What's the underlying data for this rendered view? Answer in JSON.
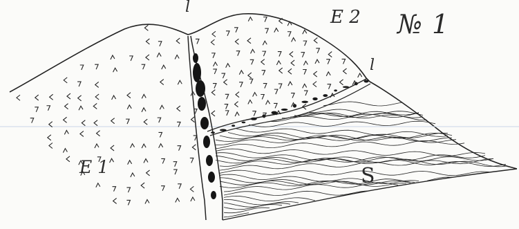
{
  "labels": {
    "figure_number": "№ 1",
    "e1": "E 1",
    "e2": "E 2",
    "s": "S",
    "l_top": "l",
    "l_right": "l"
  },
  "colors": {
    "ink": "#222222",
    "paper": "#fbfbf9",
    "artifact_line": "#c9d6e6"
  }
}
